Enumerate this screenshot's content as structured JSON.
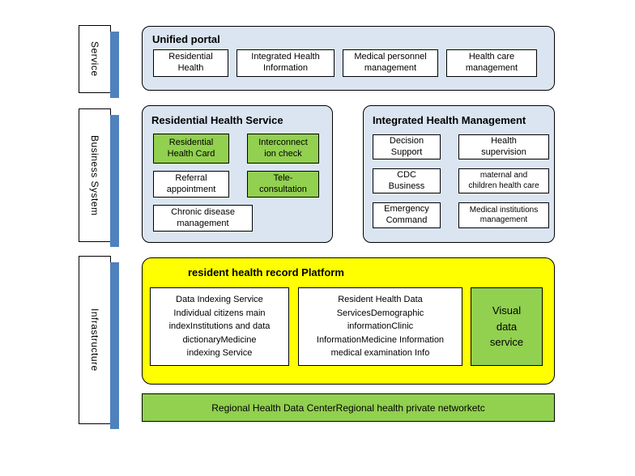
{
  "colors": {
    "panel_blue": "#dbe5f1",
    "shadow_blue": "#4f81bd",
    "green": "#92d050",
    "yellow": "#ffff00",
    "white_box": "#ffffff",
    "border": "#000000"
  },
  "side_labels": {
    "service": "Service",
    "business": "Business System",
    "infrastructure": "Infrastructure"
  },
  "unified_portal": {
    "title": "Unified portal",
    "items": [
      {
        "label": "Residential\nHealth",
        "color": "white"
      },
      {
        "label": "Integrated Health\nInformation",
        "color": "white"
      },
      {
        "label": "Medical personnel\nmanagement",
        "color": "white"
      },
      {
        "label": "Health care\nmanagement",
        "color": "white"
      }
    ]
  },
  "residential_health_service": {
    "title": "Residential Health Service",
    "items": [
      {
        "label": "Residential\nHealth Card",
        "color": "green"
      },
      {
        "label": "Interconnect\nion check",
        "color": "green"
      },
      {
        "label": "Referral\nappointment",
        "color": "white"
      },
      {
        "label": "Tele-\nconsultation",
        "color": "green"
      },
      {
        "label": "Chronic disease\nmanagement",
        "color": "white"
      }
    ]
  },
  "integrated_health_management": {
    "title": "Integrated Health Management",
    "items": [
      {
        "label": "Decision\nSupport",
        "color": "white"
      },
      {
        "label": "Health\nsupervision",
        "color": "white"
      },
      {
        "label": "CDC\nBusiness",
        "color": "white"
      },
      {
        "label": "maternal and\nchildren health care",
        "color": "white"
      },
      {
        "label": "Emergency\nCommand",
        "color": "white"
      },
      {
        "label": "Medical institutions\nmanagement",
        "color": "white"
      }
    ]
  },
  "platform": {
    "title": "resident health record Platform",
    "boxes": [
      {
        "label": "Data Indexing Service\nIndividual citizens main\nindexInstitutions and data\ndictionaryMedicine\nindexing Service",
        "color": "white"
      },
      {
        "label": "Resident Health Data\nServicesDemographic\ninformationClinic\nInformationMedicine Information\nmedical examination Info",
        "color": "white"
      },
      {
        "label": "Visual\ndata\nservice",
        "color": "green"
      }
    ]
  },
  "bottom_bar": {
    "label": "Regional Health Data CenterRegional health private networketc"
  }
}
